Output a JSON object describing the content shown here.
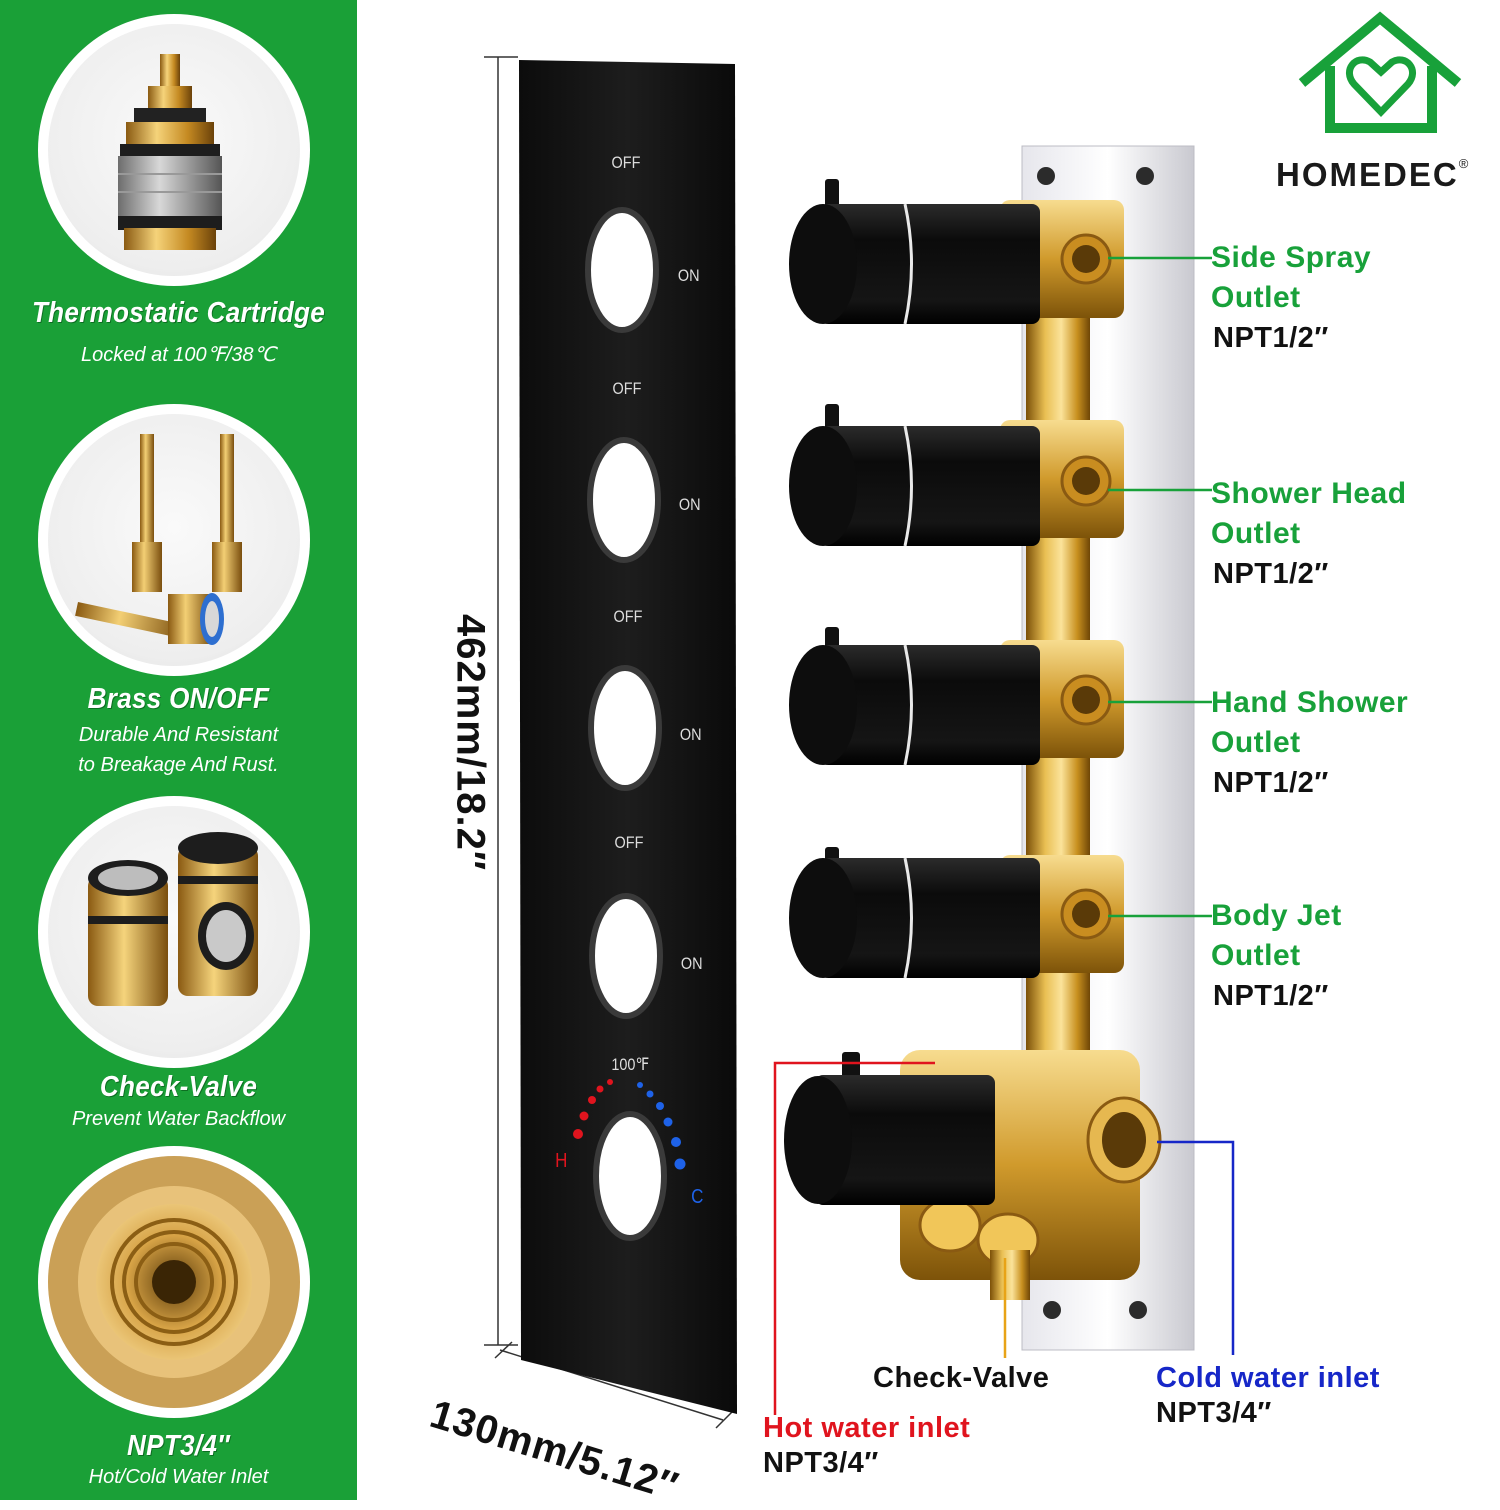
{
  "brand": {
    "name": "HOMEDEC",
    "registered_mark": "®"
  },
  "features": [
    {
      "title": "Thermostatic Cartridge",
      "subtitle_lines": [
        "Locked at 100℉/38℃"
      ],
      "icon": "thermostatic-cartridge-photo"
    },
    {
      "title": "Brass ON/OFF",
      "subtitle_lines": [
        "Durable And Resistant",
        "to Breakage And Rust."
      ],
      "icon": "brass-valve-photo"
    },
    {
      "title": "Check-Valve",
      "subtitle_lines": [
        "Prevent Water Backflow"
      ],
      "icon": "check-valve-photo"
    },
    {
      "title": "NPT3/4″",
      "subtitle_lines": [
        "Hot/Cold Water Inlet"
      ],
      "icon": "threaded-inlet-photo"
    }
  ],
  "dimensions": {
    "height": "462mm/18.2″",
    "width": "130mm/5.12″"
  },
  "trim_plate": {
    "switches": [
      {
        "off": "OFF",
        "on": "ON"
      },
      {
        "off": "OFF",
        "on": "ON"
      },
      {
        "off": "OFF",
        "on": "ON"
      },
      {
        "off": "OFF",
        "on": "ON"
      }
    ],
    "thermostat": {
      "max_temp": "100℉",
      "hot": "H",
      "cold": "C"
    }
  },
  "outlets": [
    {
      "name_lines": [
        "Side Spray",
        "Outlet"
      ],
      "spec": "NPT1/2″"
    },
    {
      "name_lines": [
        "Shower Head",
        "Outlet"
      ],
      "spec": "NPT1/2″"
    },
    {
      "name_lines": [
        "Hand Shower",
        "Outlet"
      ],
      "spec": "NPT1/2″"
    },
    {
      "name_lines": [
        "Body Jet",
        "Outlet"
      ],
      "spec": "NPT1/2″"
    }
  ],
  "inlets": {
    "check_valve": {
      "name": "Check-Valve"
    },
    "hot": {
      "name": "Hot water inlet",
      "spec": "NPT3/4″"
    },
    "cold": {
      "name": "Cold water inlet",
      "spec": "NPT3/4″"
    }
  },
  "colors": {
    "sidebar_green": "#1aa037",
    "label_green": "#18a13a",
    "hot_red": "#e0141e",
    "cold_blue": "#1627c8",
    "check_valve_gold": "#e8a317",
    "brass": "#d9a53a"
  }
}
